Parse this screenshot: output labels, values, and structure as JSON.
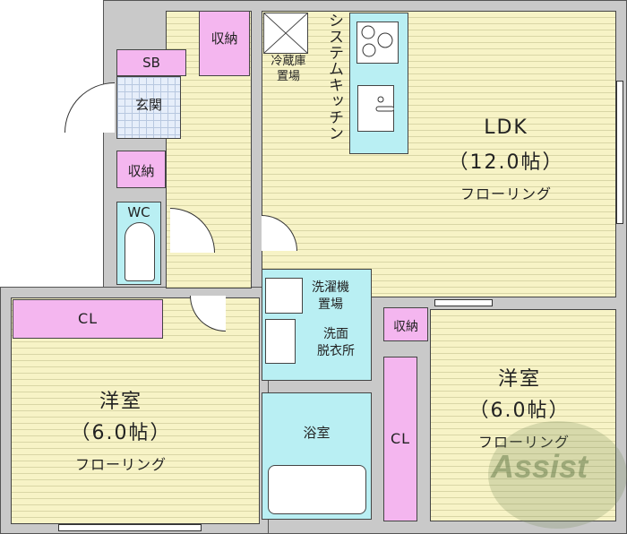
{
  "rooms": {
    "ldk": {
      "name": "LDK",
      "size": "（12.0帖）",
      "floor": "フローリング"
    },
    "western_left": {
      "name": "洋室",
      "size": "（6.0帖）",
      "floor": "フローリング"
    },
    "western_right": {
      "name": "洋室",
      "size": "（6.0帖）",
      "floor": "フローリング"
    },
    "storage_top": "収納",
    "storage_mid": "収納",
    "storage_right": "収納",
    "shoebox": "SB",
    "entrance": "玄関",
    "wc": "WC",
    "closet_left": "CL",
    "closet_right": "CL",
    "washer": "洗濯機\n置場",
    "washroom": "洗面\n脱衣所",
    "bath": "浴室",
    "fridge": "冷蔵庫\n置場",
    "kitchen": "システムキッチン"
  },
  "watermark": "Assist",
  "colors": {
    "floor": "#f7f3c6",
    "storage": "#f4b6ef",
    "wet": "#b9eff3",
    "wall": "#c9c9c9"
  }
}
